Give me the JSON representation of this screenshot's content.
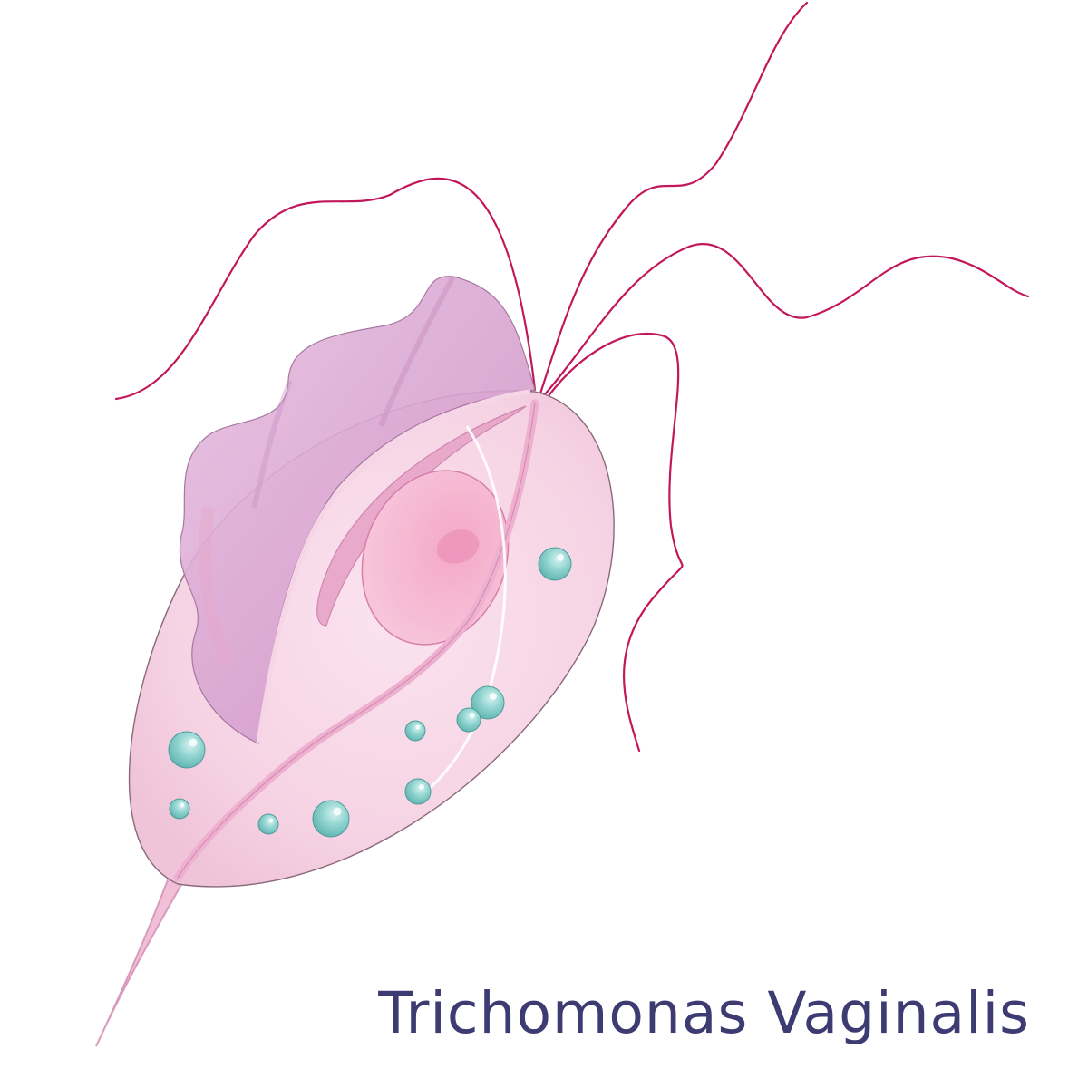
{
  "caption": "Trichomonas Vaginalis",
  "colors": {
    "flagella": "#c2185b",
    "body_fill": "#f9dbe8",
    "membrane": "#d6a9cc",
    "nucleus": "#f2a9c8",
    "granules": "#8fd3cf",
    "caption": "#3d3b72"
  },
  "illustration": {
    "subject": "trichomonas-vaginalis-cell",
    "parts": [
      "anterior-flagella",
      "undulating-membrane",
      "cell-body",
      "nucleus",
      "axostyle",
      "granules",
      "posterior-tail"
    ]
  }
}
